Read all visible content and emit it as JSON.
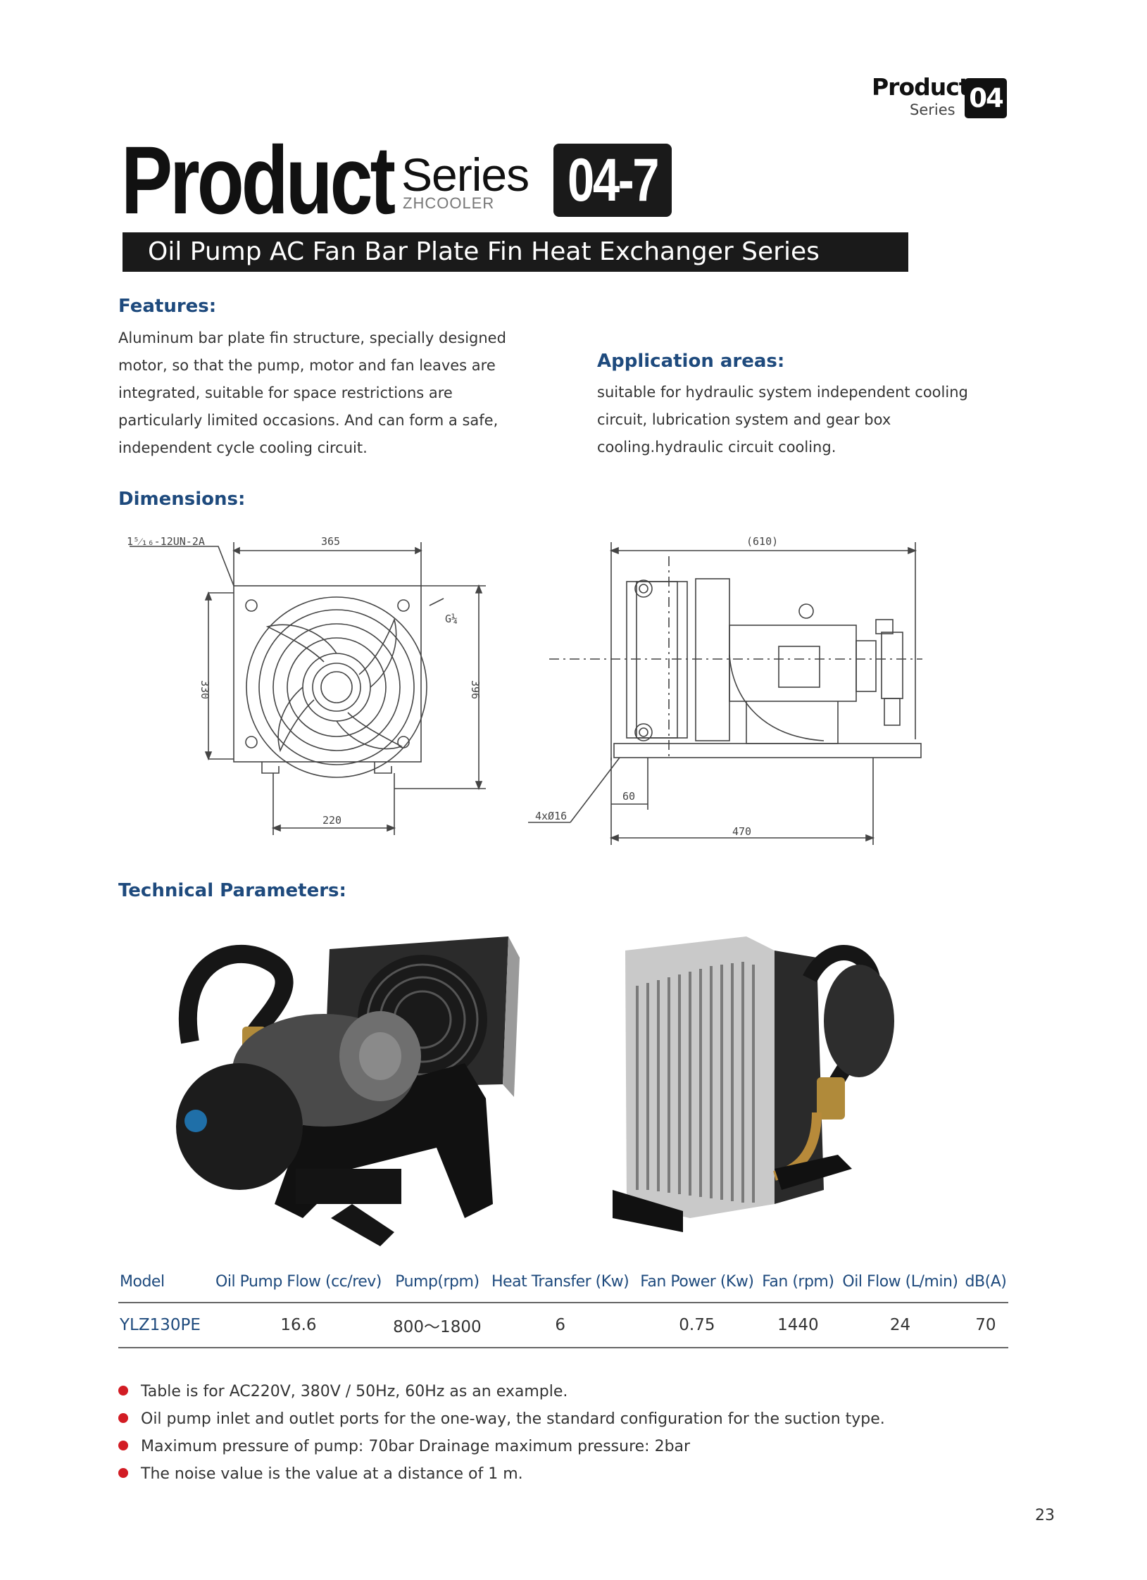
{
  "corner": {
    "product": "Product",
    "series": "Series",
    "number": "04"
  },
  "title": {
    "product": "Product",
    "series": "Series",
    "brand": "ZHCOOLER",
    "code": "04-7"
  },
  "subtitle": "Oil Pump AC Fan Bar Plate Fin Heat Exchanger Series",
  "features": {
    "heading": "Features:",
    "lines": [
      "Aluminum bar plate fin structure, specially designed",
      "motor, so that the pump, motor and fan leaves are",
      "integrated, suitable for space restrictions are",
      "particularly limited occasions. And can form a safe,",
      "independent cycle cooling circuit."
    ]
  },
  "application": {
    "heading": "Application areas:",
    "lines": [
      "suitable for hydraulic system independent cooling",
      "circuit, lubrication system and gear box",
      "cooling.hydraulic circuit cooling."
    ]
  },
  "dimensions": {
    "heading": "Dimensions:",
    "front": {
      "thread": "1⁵⁄₁₆-12UN-2A",
      "width": "365",
      "height": "330",
      "height_outer": "396",
      "port": "G¼",
      "base": "220"
    },
    "side": {
      "length": "(610)",
      "holes": "4xØ16",
      "offset": "60",
      "base": "470"
    }
  },
  "technical": {
    "heading": "Technical Parameters:"
  },
  "table": {
    "headers": [
      "Model",
      "Oil Pump Flow (cc/rev)",
      "Pump(rpm)",
      "Heat Transfer (Kw)",
      "Fan Power (Kw)",
      "Fan (rpm)",
      "Oil Flow (L/min)",
      "dB(A)"
    ],
    "rows": [
      [
        "YLZ130PE",
        "16.6",
        "800～1800",
        "6",
        "0.75",
        "1440",
        "24",
        "70"
      ]
    ]
  },
  "notes": [
    "Table is for AC220V, 380V / 50Hz, 60Hz as an example.",
    "Oil pump inlet and outlet ports for the one-way, the standard configuration for the suction type.",
    "Maximum pressure of pump: 70bar Drainage maximum pressure: 2bar",
    "The noise value is the value at a distance of 1 m."
  ],
  "page_number": "23",
  "colors": {
    "heading": "#1e4a7d",
    "bullet": "#d21c24",
    "title_box": "#1a1a1a"
  }
}
